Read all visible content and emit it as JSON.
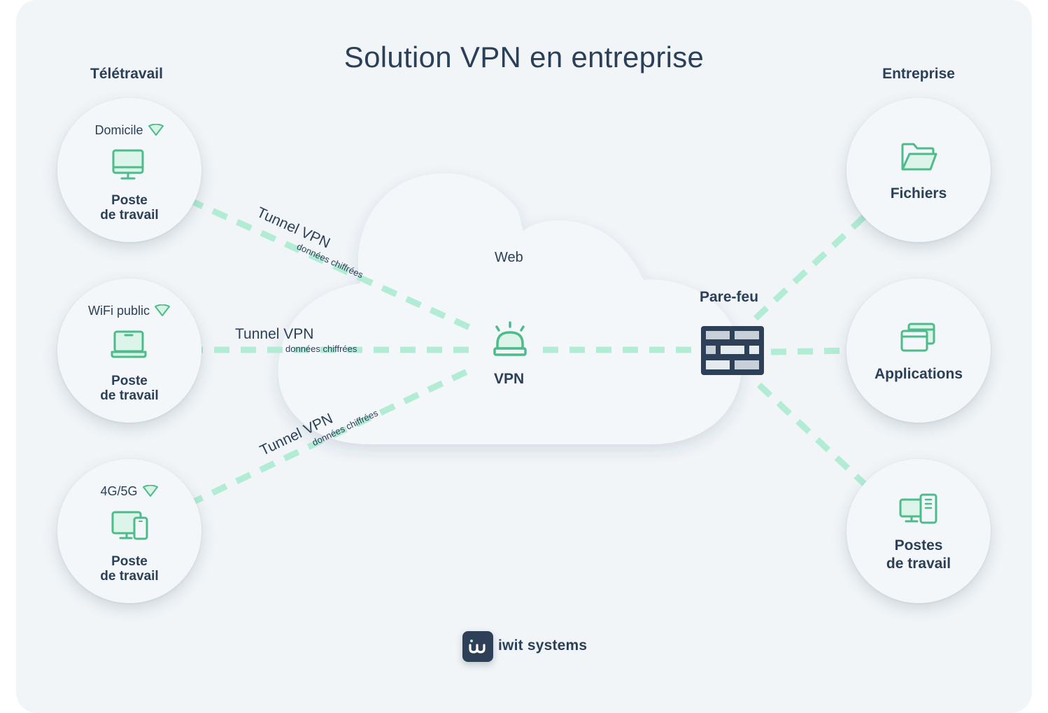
{
  "title": "Solution VPN en entreprise",
  "groups": {
    "left": "Télétravail",
    "right": "Entreprise"
  },
  "left_nodes": [
    {
      "network": "Domicile",
      "title_line1": "Poste",
      "title_line2": "de travail"
    },
    {
      "network": "WiFi public",
      "title_line1": "Poste",
      "title_line2": "de travail"
    },
    {
      "network": "4G/5G",
      "title_line1": "Poste",
      "title_line2": "de travail"
    }
  ],
  "right_nodes": [
    {
      "title_line1": "Fichiers",
      "title_line2": ""
    },
    {
      "title_line1": "Applications",
      "title_line2": ""
    },
    {
      "title_line1": "Postes",
      "title_line2": "de travail"
    }
  ],
  "cloud": {
    "label": "Web"
  },
  "vpn": {
    "label": "VPN"
  },
  "firewall": {
    "label": "Pare-feu"
  },
  "tunnel": {
    "label": "Tunnel VPN",
    "sublabel": "données chiffrées"
  },
  "brand": {
    "name": "iwit systems"
  },
  "colors": {
    "accent": "#4dbb8a",
    "dash": "#b3ecd5",
    "dark": "#2a3f58",
    "background": "#f1f5f8"
  },
  "icons": {
    "wifi": "wifi-icon",
    "monitor": "monitor-icon",
    "laptop": "laptop-icon",
    "devices": "monitor-phone-icon",
    "folder": "folder-icon",
    "apps": "windows-icon",
    "workstation": "desktop-tower-icon",
    "vpn": "alarm-beacon-icon",
    "firewall": "brick-wall-icon"
  }
}
